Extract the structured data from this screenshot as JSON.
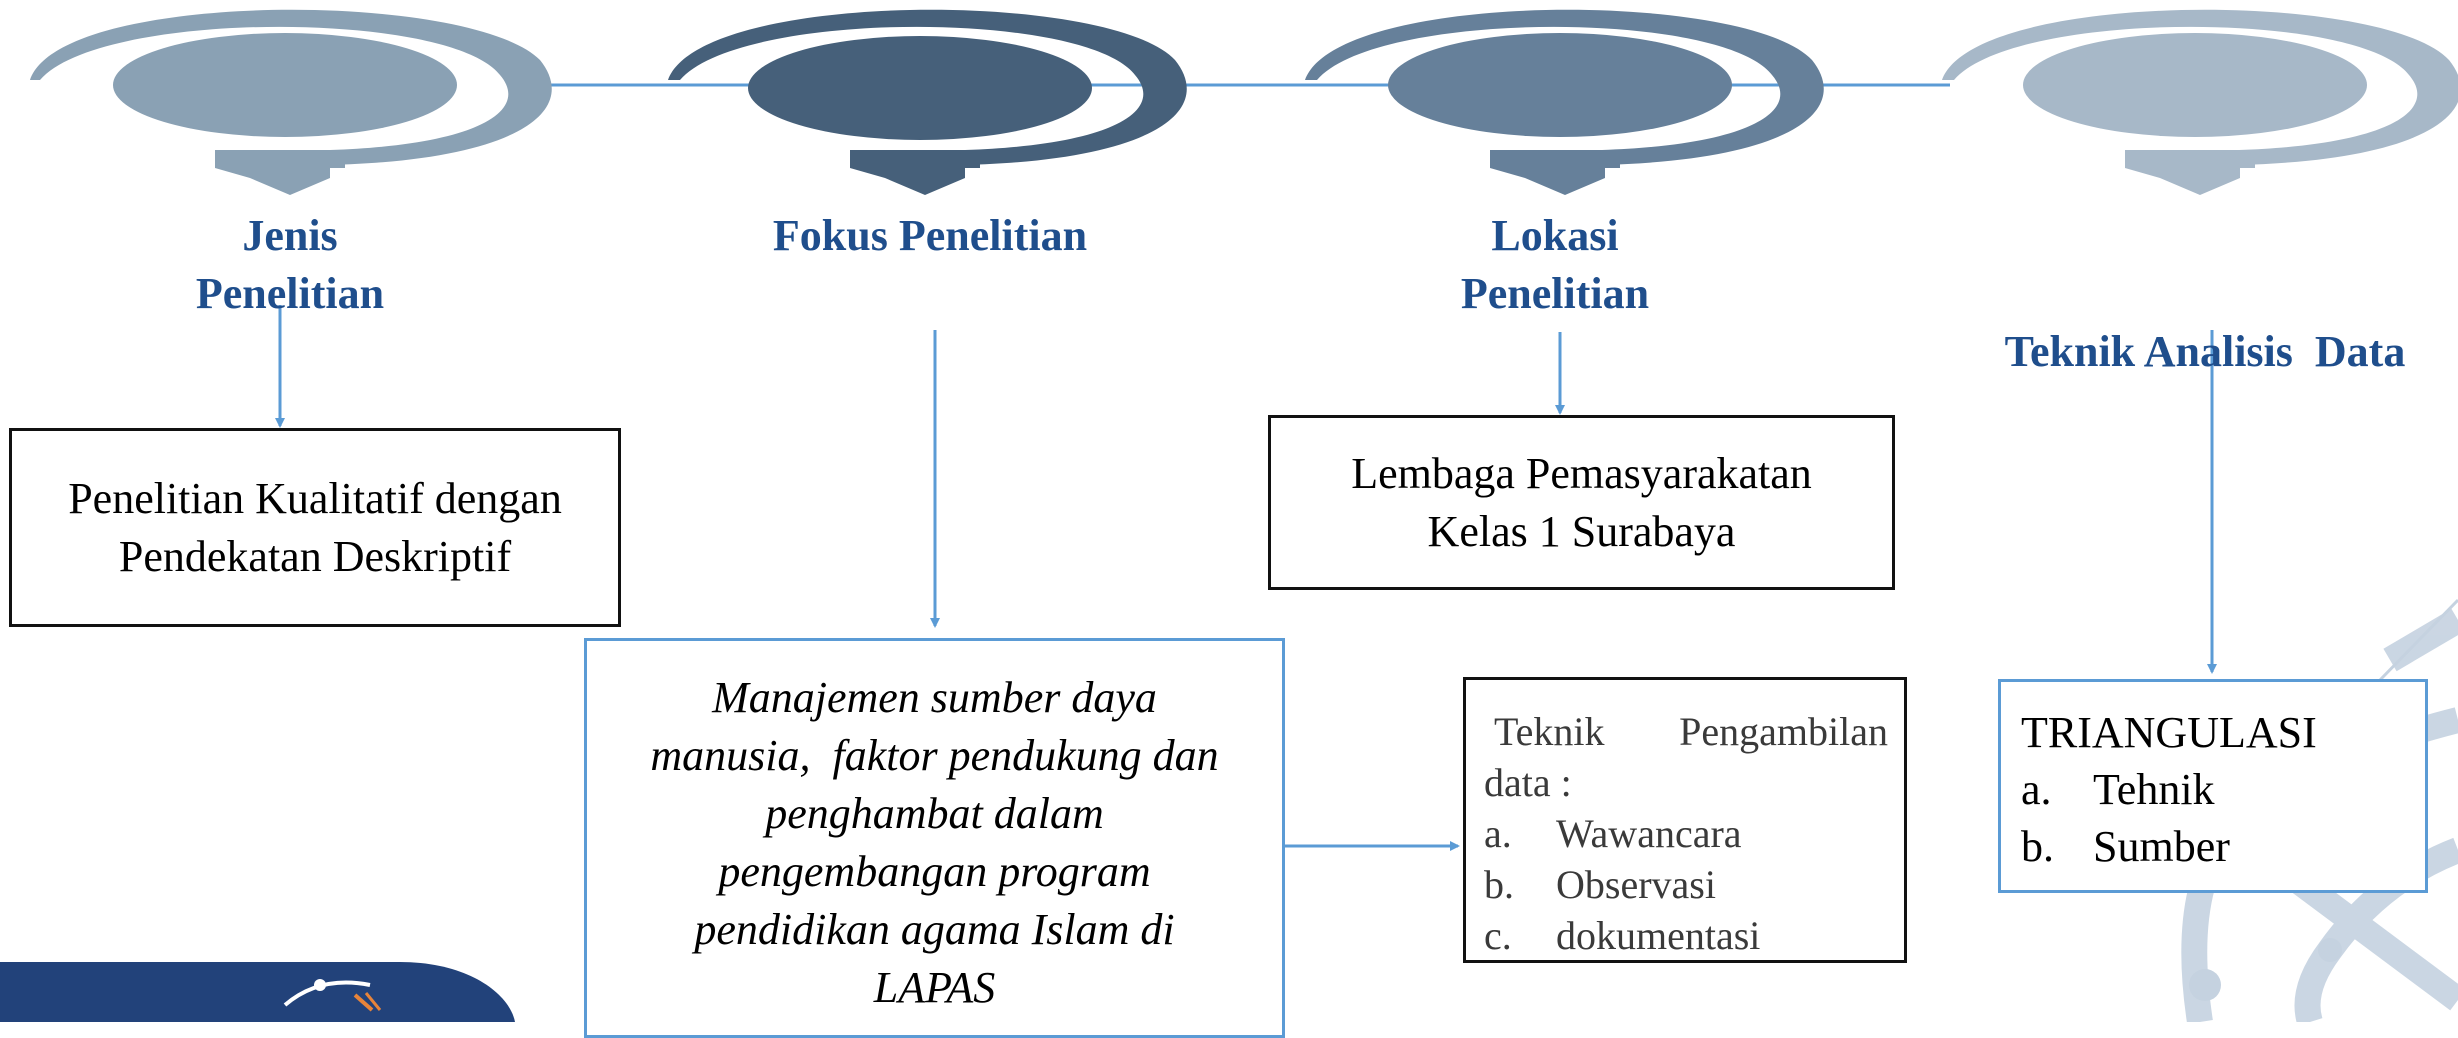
{
  "steps": [
    {
      "title_line1": "Jenis",
      "title_line2": "Penelitian",
      "color": "#8aa1b4"
    },
    {
      "title": "Fokus Penelitian",
      "color": "#46607a"
    },
    {
      "title_line1": "Lokasi",
      "title_line2": "Penelitian",
      "color": "#66809a"
    },
    {
      "title": "Teknik Analisis  Data",
      "color": "#a7b8c8"
    }
  ],
  "jenis_box": {
    "line1": "Penelitian Kualitatif dengan",
    "line2": "Pendekatan Deskriptif"
  },
  "lokasi_box": {
    "line1": "Lembaga Pemasyarakatan",
    "line2": "Kelas 1 Surabaya"
  },
  "fokus_box": {
    "line1": "Manajemen sumber daya",
    "line2": "manusia,  faktor pendukung dan",
    "line3": "penghambat dalam",
    "line4": "pengembangan program",
    "line5": "pendidikan agama Islam di",
    "line6": "LAPAS"
  },
  "teknik_box": {
    "title_word1": "Teknik",
    "title_word2": "Pengambilan",
    "title_line2": "data :",
    "items": [
      {
        "marker": "a.",
        "text": "Wawancara"
      },
      {
        "marker": "b.",
        "text": "Observasi"
      },
      {
        "marker": "c.",
        "text": "dokumentasi"
      }
    ]
  },
  "triangulasi_box": {
    "title": "TRIANGULASI",
    "items": [
      {
        "marker": "a.",
        "text": "Tehnik"
      },
      {
        "marker": "b.",
        "text": "Sumber"
      }
    ]
  },
  "colors": {
    "heading": "#1f4e8c",
    "arrow": "#5b9bd5",
    "logo_bg": "#22427a",
    "watermark": "#c5d2e0"
  }
}
